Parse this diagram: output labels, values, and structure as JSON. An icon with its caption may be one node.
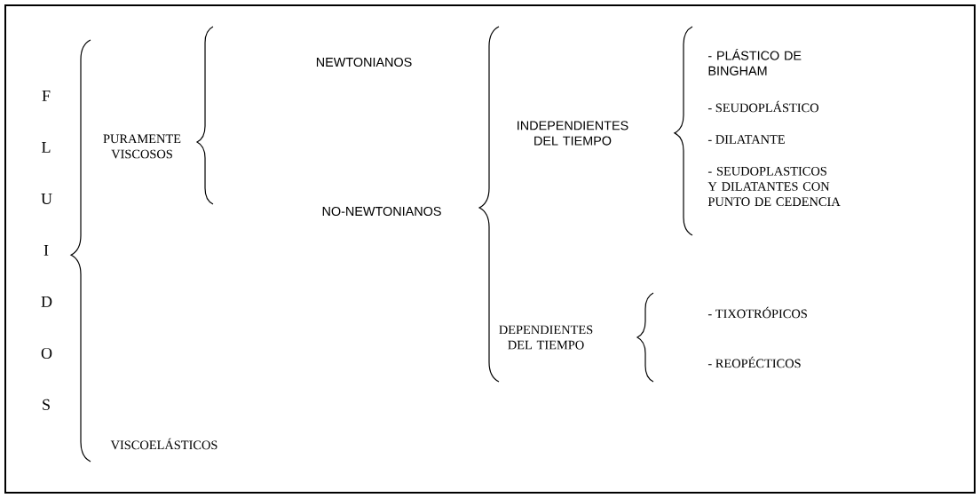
{
  "diagram": {
    "nodes": [
      {
        "text": [
          "F L U I D O S"
        ]
      },
      {
        "text": [
          "PURAMENTE VISCOSOS"
        ]
      },
      {
        "text": [
          "NEWTONIANOS"
        ]
      },
      {
        "text": [
          "NO-NEWTONIANOS"
        ]
      },
      {
        "text": [
          "INDEPENDIENTES DEL TIEMPO"
        ]
      },
      {
        "text": [
          "- PLÁSTICO DE BINGHAM"
        ]
      },
      {
        "text": [
          "- SEUDOPLÁSTICO"
        ]
      },
      {
        "text": [
          "- DILATANTE"
        ]
      },
      {
        "text": [
          "- SEUDOPLASTICOS Y DILATANTES CON PUNTO DE CEDENCIA"
        ]
      },
      {
        "text": [
          "DEPENDIENTES DEL TIEMPO"
        ]
      },
      {
        "text": [
          "- TIXOTRÓPICOS"
        ]
      },
      {
        "text": [
          "- REOPÉCTICOS"
        ]
      },
      {
        "text": [
          "VISCOELÁSTICOS"
        ]
      }
    ]
  }
}
